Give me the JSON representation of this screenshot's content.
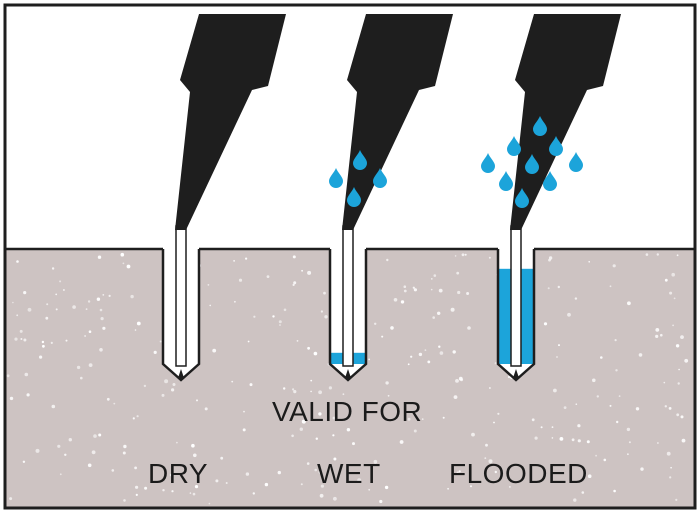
{
  "caption": "VALID FOR",
  "conditions": [
    {
      "label": "DRY",
      "water_level": 0,
      "drops": 0
    },
    {
      "label": "WET",
      "water_level": 0.1,
      "drops": 4
    },
    {
      "label": "FLOODED",
      "water_level": 0.85,
      "drops": 9
    }
  ],
  "colors": {
    "concrete": "#cdc3c2",
    "speckle": "#ffffff",
    "nozzle": "#1e1e1e",
    "water": "#1ca4da",
    "outline": "#1e1e1e",
    "background": "#ffffff"
  }
}
